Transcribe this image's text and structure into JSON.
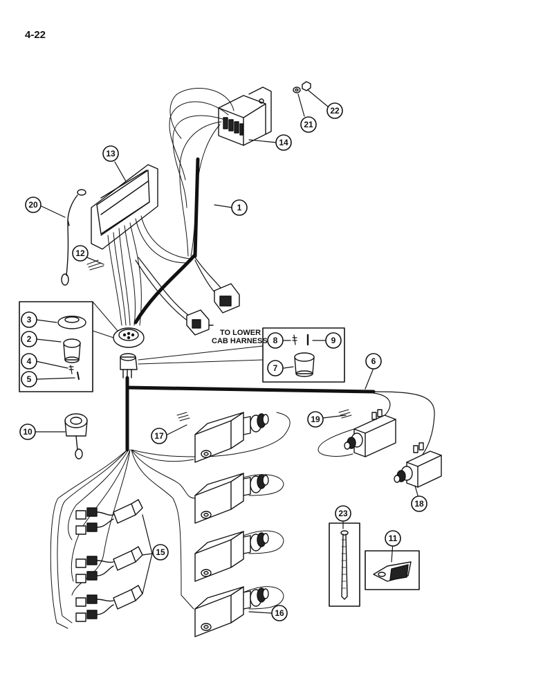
{
  "page_number": "4-22",
  "annotation": {
    "line1": "TO LOWER",
    "line2": "CAB HARNESS"
  },
  "callouts": [
    {
      "id": "c1",
      "label": "1"
    },
    {
      "id": "c2",
      "label": "2"
    },
    {
      "id": "c3",
      "label": "3"
    },
    {
      "id": "c4",
      "label": "4"
    },
    {
      "id": "c5",
      "label": "5"
    },
    {
      "id": "c6",
      "label": "6"
    },
    {
      "id": "c7",
      "label": "7"
    },
    {
      "id": "c8",
      "label": "8"
    },
    {
      "id": "c9",
      "label": "9"
    },
    {
      "id": "c10",
      "label": "10"
    },
    {
      "id": "c11",
      "label": "11"
    },
    {
      "id": "c12",
      "label": "12"
    },
    {
      "id": "c13",
      "label": "13"
    },
    {
      "id": "c14",
      "label": "14"
    },
    {
      "id": "c15",
      "label": "15"
    },
    {
      "id": "c16",
      "label": "16"
    },
    {
      "id": "c17",
      "label": "17"
    },
    {
      "id": "c18",
      "label": "18"
    },
    {
      "id": "c19",
      "label": "19"
    },
    {
      "id": "c20",
      "label": "20"
    },
    {
      "id": "c21",
      "label": "21"
    },
    {
      "id": "c22",
      "label": "22"
    },
    {
      "id": "c23",
      "label": "23"
    }
  ]
}
